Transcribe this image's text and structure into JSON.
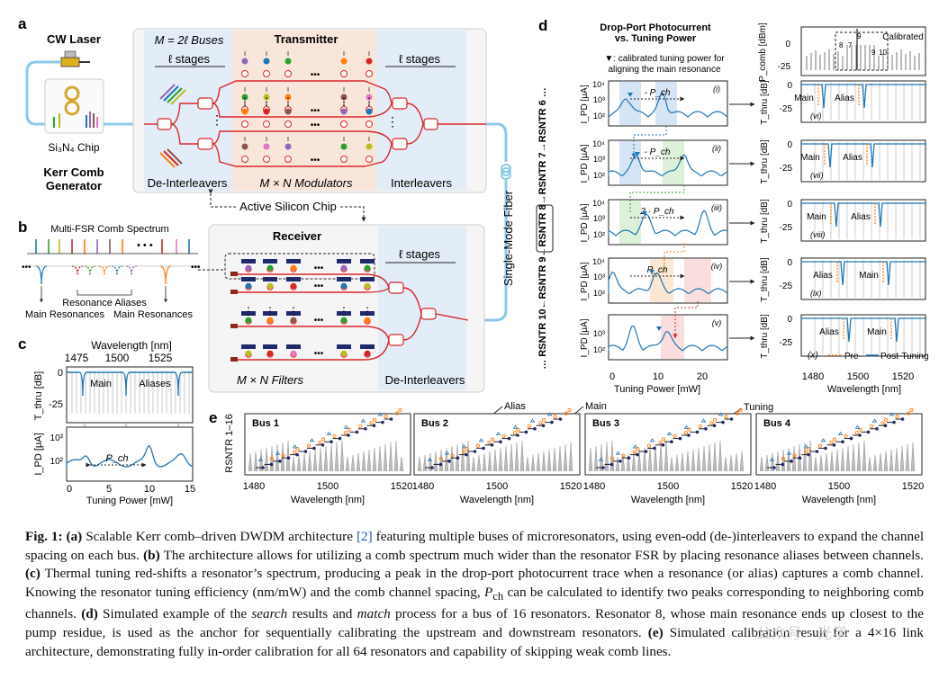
{
  "panels": {
    "a": {
      "letter": "a",
      "cw_laser": "CW Laser",
      "chip": "Si₃N₄ Chip",
      "kerr": [
        "Kerr Comb",
        "Generator"
      ],
      "buses": "M = 2ℓ Buses",
      "stages_left": "ℓ stages",
      "stages_right": "ℓ stages",
      "transmitter": "Transmitter",
      "deinterleavers": "De-Interleavers",
      "modulators": "M × N Modulators",
      "interleavers": "Interleavers",
      "active_chip": "Active Silicon Chip",
      "fiber": "Single-Mode Fiber",
      "receiver": "Receiver",
      "stages_rx": "ℓ stages",
      "filters": "M × N Filters",
      "rx_deinterleavers": "De-Interleavers"
    },
    "b": {
      "letter": "b",
      "title": "Multi-FSR Comb Spectrum",
      "aliases": "Resonance Aliases",
      "main_left": "Main Resonances",
      "main_right": "Main Resonances"
    },
    "c": {
      "letter": "c",
      "wavelength_label": "Wavelength [nm]",
      "wl_ticks": [
        "1475",
        "1500",
        "1525"
      ],
      "main": "Main",
      "aliases": "Aliases",
      "tthru_label": "T_thru [dB]",
      "tthru_ticks": [
        "0",
        "-25"
      ],
      "ipd_label": "I_PD [μA]",
      "ipd_ticks": [
        "10³",
        "10²"
      ],
      "pch": "P_ch",
      "xlabel": "Tuning Power [mW]",
      "xticks": [
        "0",
        "5",
        "10",
        "15"
      ]
    },
    "d": {
      "letter": "d",
      "title": [
        "Drop-Port Photocurrent",
        "vs. Tuning Power"
      ],
      "note": [
        "▼: calibrated tuning power for",
        "aligning the main resonance"
      ],
      "side_label": "… RSNTR 10←RSNTR 9←RSNTR 8→RSNTR 7→RSNTR 6 …",
      "side_items": [
        "RSNTR 10",
        "RSNTR 9",
        "RSNTR 8",
        "RSNTR 7",
        "RSNTR 6"
      ],
      "rows": [
        {
          "tag": "(i)",
          "pch": "- P_ch",
          "right_tag": "(vi)",
          "left_label": "Main",
          "right_label": "Alias"
        },
        {
          "tag": "(ii)",
          "pch": "- P_ch",
          "right_tag": "(vii)",
          "left_label": "Main",
          "right_label": "Alias"
        },
        {
          "tag": "(iii)",
          "pch": "2 · P_ch",
          "right_tag": "(viii)",
          "left_label": "Main",
          "right_label": "Alias"
        },
        {
          "tag": "(iv)",
          "pch": "P_ch",
          "right_tag": "(ix)",
          "left_label": "Alias",
          "right_label": "Main"
        },
        {
          "tag": "(v)",
          "pch": "",
          "right_tag": "(x)",
          "left_label": "Alias",
          "right_label": "Main"
        }
      ],
      "ipd_label": "I_PD [μA]",
      "ipd_ticks": [
        "10⁴",
        "10³",
        "10²"
      ],
      "xlabel": "Tuning Power [mW]",
      "xticks": [
        "0",
        "10",
        "20"
      ],
      "comb_label": "P_comb [dBm]",
      "comb_ticks": [
        "0",
        "-25"
      ],
      "calibrated": "Calibrated",
      "comb_nums": [
        "8",
        "7",
        "9",
        "9",
        "10"
      ],
      "tthru_label": "T_thru [dB]",
      "tthru_ticks": [
        "0",
        "-25"
      ],
      "legend_pre": "Pre-",
      "legend_post": "Post-Tuning",
      "wl_label": "Wavelength [nm]",
      "wl_ticks": [
        "1480",
        "1500",
        "1520"
      ]
    },
    "e": {
      "letter": "e",
      "ylabel": "RSNTR 1–16",
      "alias": "Alias",
      "main": "Main",
      "tuning": "Tuning",
      "buses": [
        "Bus 1",
        "Bus 2",
        "Bus 3",
        "Bus 4"
      ],
      "xticks": [
        "1480",
        "1500",
        "1520"
      ],
      "xlabel": "Wavelength [nm]"
    }
  },
  "caption": {
    "fig_label": "Fig. 1:",
    "a_label": "(a)",
    "a_text": "Scalable Kerr comb–driven DWDM architecture",
    "ref": "[2]",
    "a_text2": "featuring multiple buses of microresonators, using even-odd (de-)interleavers to expand the channel spacing on each bus.",
    "b_label": "(b)",
    "b_text": "The architecture allows for utilizing a comb spectrum much wider than the resonator FSR by placing resonance aliases between channels.",
    "c_label": "(c)",
    "c_text": "Thermal tuning red-shifts a resonator’s spectrum, producing a peak in the drop-port photocurrent trace when a resonance (or alias) captures a comb channel. Knowing the resonator tuning efficiency (nm/mW) and the comb channel spacing,",
    "pch": "P",
    "pch_sub": "ch",
    "c_text2": "can be calculated to identify two peaks corresponding to neighboring comb channels.",
    "d_label": "(d)",
    "d_text": "Simulated example of the",
    "search": "search",
    "d_text2": "results and",
    "match": "match",
    "d_text3": "process for a bus of 16 resonators. Resonator 8, whose main resonance ends up closest to the pump residue, is used as the anchor for sequentially calibrating the upstream and downstream resonators.",
    "e_label": "(e)",
    "e_text": "Simulated calibration result for a 4×16 link architecture, demonstrating fully in-order calibration for all 64 resonators and capability of skipping weak comb lines."
  },
  "watermark": "公众号 · 光学",
  "colors": {
    "red": "#d9262a",
    "blue": "#1f77b4",
    "orange": "#ff7f0e",
    "green": "#2ca02c",
    "chip_bg": "#f6f6f6",
    "tx_bg": "#fbe7db",
    "side_bg": "#e3eef8"
  }
}
